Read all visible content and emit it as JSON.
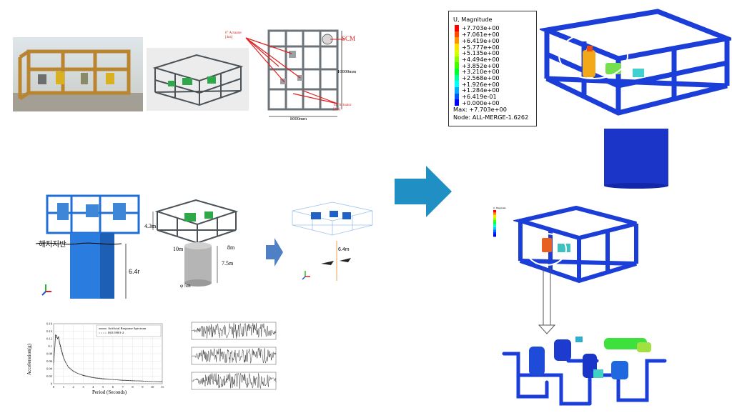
{
  "panel_top_a": {
    "image": "photo of a subsea manifold steel frame structure on gravel"
  },
  "panel_top_b": {
    "image": "3D CAD model of the manifold frame"
  },
  "panel_top_c": {
    "actuator_top": "6\" Actuator",
    "actuator_top_qty": "[4ea]",
    "scm": "SCM",
    "height_dim": "10000mm",
    "width_dim": "8000mm",
    "actuator_bottom": "10\" Actuator",
    "actuator_bottom_qty": "[2ea]"
  },
  "panel_mid_a": {
    "seabed": "해저지반",
    "pile_depth": "6.4r"
  },
  "panel_mid_b": {
    "height": "4.3m",
    "length": "10m",
    "width": "8m",
    "pile_len": "7.5m",
    "dia": "φ 5m"
  },
  "panel_mid_c": {
    "depth": "6.4m"
  },
  "spectrum_chart": {
    "ylabel": "Acceleration(g)",
    "xlabel": "Period (Seconds)",
    "legend": [
      "Artificial Response Spectrum",
      "ISO19901-2"
    ]
  },
  "legend_main": {
    "title": "U, Magnitude",
    "entries": [
      "+7.703e+00",
      "+7.061e+00",
      "+6.419e+00",
      "+5.777e+00",
      "+5.135e+00",
      "+4.494e+00",
      "+3.852e+00",
      "+3.210e+00",
      "+2.568e+00",
      "+1.926e+00",
      "+1.284e+00",
      "+6.419e-01",
      "+0.000e+00"
    ],
    "colors": [
      "#ff0000",
      "#ff4a00",
      "#ff9400",
      "#ffdf00",
      "#d6ff00",
      "#8cff00",
      "#42ff00",
      "#00ff2a",
      "#00ff9e",
      "#00ffff",
      "#00aaff",
      "#0055ff",
      "#0000ff"
    ],
    "max": "Max: +7.703e+00",
    "node": "Node: ALL-MERGE-1.6262"
  },
  "legend_small": {
    "title": "U, Magnitude"
  },
  "chart_data": {
    "type": "line",
    "xlabel": "Period (Seconds)",
    "ylabel": "Acceleration(g)",
    "xlim": [
      0,
      11
    ],
    "ylim": [
      0,
      0.16
    ],
    "xticks": [
      0,
      1,
      2,
      3,
      4,
      5,
      6,
      7,
      8,
      9,
      10,
      11
    ],
    "yticks": [
      0,
      0.02,
      0.04,
      0.06,
      0.08,
      0.1,
      0.12,
      0.14,
      0.16
    ],
    "series": [
      {
        "name": "Artificial Response Spectrum",
        "x": [
          0,
          0.1,
          0.2,
          0.3,
          0.4,
          0.5,
          0.6,
          0.8,
          1,
          1.2,
          1.5,
          2,
          2.5,
          3,
          4,
          5,
          6,
          7,
          8,
          9,
          10,
          11
        ],
        "y": [
          0.055,
          0.09,
          0.13,
          0.128,
          0.12,
          0.125,
          0.11,
          0.09,
          0.07,
          0.058,
          0.044,
          0.033,
          0.027,
          0.022,
          0.016,
          0.013,
          0.011,
          0.009,
          0.008,
          0.007,
          0.006,
          0.005
        ]
      },
      {
        "name": "ISO19901-2",
        "x": [
          0,
          0.1,
          0.2,
          0.3,
          0.4,
          0.5,
          0.6,
          0.8,
          1,
          1.2,
          1.5,
          2,
          2.5,
          3,
          4,
          5,
          6,
          7,
          8,
          9,
          10,
          11
        ],
        "y": [
          0.05,
          0.085,
          0.123,
          0.123,
          0.123,
          0.122,
          0.105,
          0.085,
          0.068,
          0.057,
          0.045,
          0.034,
          0.027,
          0.023,
          0.017,
          0.014,
          0.011,
          0.01,
          0.008,
          0.007,
          0.006,
          0.006
        ]
      }
    ]
  }
}
